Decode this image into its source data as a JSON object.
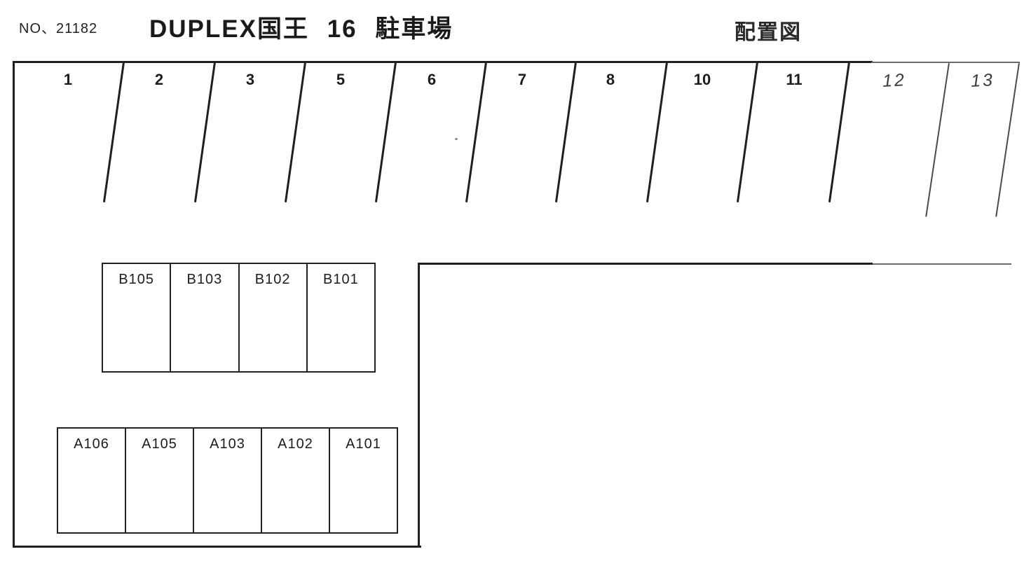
{
  "document": {
    "number": "NO、21182",
    "title": "DUPLEX国王 16 駐車場",
    "subtitle": "配置図"
  },
  "parking_lot": {
    "top_row": [
      {
        "label": "1",
        "handwritten": false
      },
      {
        "label": "2",
        "handwritten": false
      },
      {
        "label": "3",
        "handwritten": false
      },
      {
        "label": "5",
        "handwritten": false
      },
      {
        "label": "6",
        "handwritten": false
      },
      {
        "label": "7",
        "handwritten": false
      },
      {
        "label": "8",
        "handwritten": false
      },
      {
        "label": "10",
        "handwritten": false
      },
      {
        "label": "11",
        "handwritten": false
      },
      {
        "label": "12",
        "handwritten": true
      },
      {
        "label": "13",
        "handwritten": true
      }
    ],
    "b_row": [
      "B105",
      "B103",
      "B102",
      "B101"
    ],
    "a_row": [
      "A106",
      "A105",
      "A103",
      "A102",
      "A101"
    ]
  },
  "colors": {
    "ink": "#1f1f1f",
    "handwriting_ink": "#4a4a4a",
    "paper": "#ffffff"
  }
}
